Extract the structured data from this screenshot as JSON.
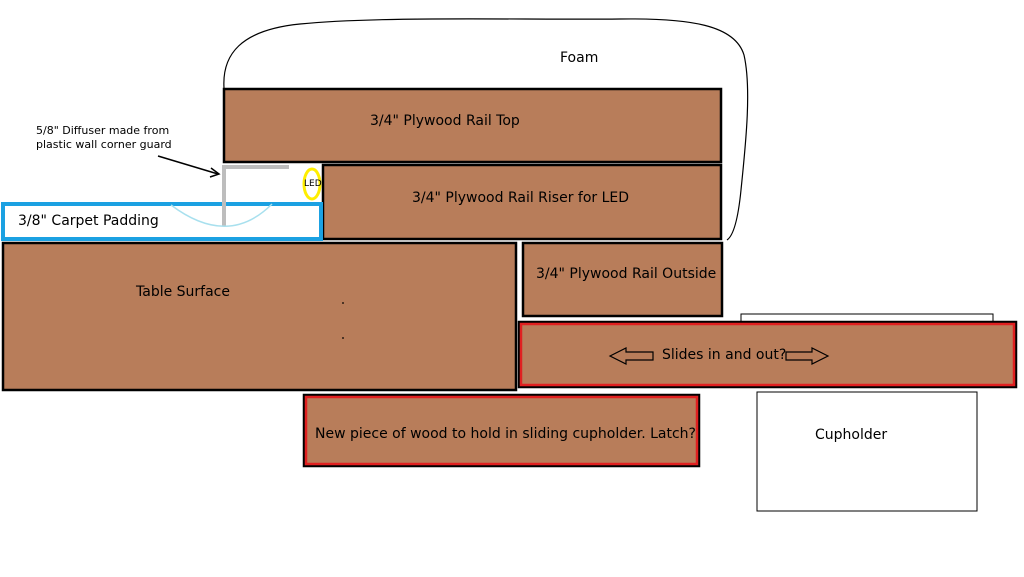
{
  "colors": {
    "wood": "#b87d5a",
    "outline": "#000000",
    "padding_border": "#1ba1e2",
    "new_piece_border": "#e02020",
    "led_ring": "#ffee00",
    "diffuser": "#bdbdbd",
    "light_beam": "#a8e0ee"
  },
  "labels": {
    "foam": "Foam",
    "rail_top": "3/4\" Plywood Rail Top",
    "rail_riser": "3/4\" Plywood Rail Riser for LED",
    "rail_outside": "3/4\" Plywood Rail Outside",
    "carpet_padding": "3/8\" Carpet Padding",
    "table_surface": "Table Surface",
    "slides": "Slides in and out?",
    "new_piece": "New piece of wood to hold in sliding cupholder.  Latch?",
    "cupholder": "Cupholder",
    "led": "LED",
    "diffuser_line1": "5/8\" Diffuser made from",
    "diffuser_line2": "plastic wall corner guard"
  }
}
